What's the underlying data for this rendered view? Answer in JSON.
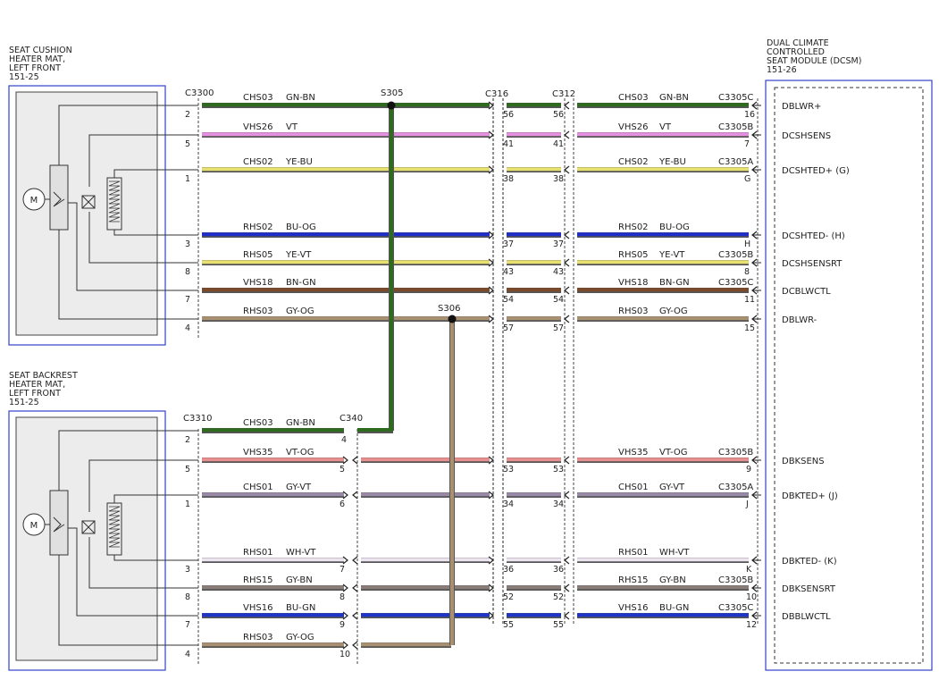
{
  "left_blocks": [
    {
      "title_lines": [
        "SEAT CUSHION",
        "HEATER MAT,",
        "LEFT FRONT",
        "151-25"
      ],
      "motor_label": "M"
    },
    {
      "title_lines": [
        "SEAT BACKREST",
        "HEATER MAT,",
        "LEFT FRONT",
        "151-25"
      ],
      "motor_label": "M"
    }
  ],
  "module": {
    "title_lines": [
      "DUAL CLIMATE",
      "CONTROLLED",
      "SEAT MODULE (DCSM)",
      "151-26"
    ]
  },
  "connectors": {
    "c3300": "C3300",
    "c3310": "C3310",
    "c340": "C340",
    "c316": "C316",
    "c312": "C312"
  },
  "splices": {
    "s305": "S305",
    "s306": "S306"
  },
  "colors": {
    "GN-BN": "#2e6b1e",
    "VT": "#e590e0",
    "YE-BU": "#e6e070",
    "BU-OG": "#1f2ec8",
    "YE-VT": "#e8e070",
    "BN-GN": "#7a4a2a",
    "GY-OG": "#a89070",
    "VT-OG": "#e89090",
    "GY-VT": "#9a8aa8",
    "WH-VT": "#ece4f0",
    "GY-BN": "#8a7d78",
    "BU-GN": "#1f35c8",
    "SHADOW": "#555555"
  },
  "upper_wires": [
    {
      "circuit": "CHS03",
      "color": "GN-BN",
      "left_pin": "2",
      "c316_pin": "56",
      "c312_pin": "56",
      "right_circuit": "CHS03",
      "right_color": "GN-BN",
      "right_conn": "C3305C",
      "right_pin": "16",
      "signal": "DBLWR+"
    },
    {
      "circuit": "VHS26",
      "color": "VT",
      "left_pin": "5",
      "c316_pin": "41",
      "c312_pin": "41",
      "right_circuit": "VHS26",
      "right_color": "VT",
      "right_conn": "C3305B",
      "right_pin": "7",
      "signal": "DCSHSENS"
    },
    {
      "circuit": "CHS02",
      "color": "YE-BU",
      "left_pin": "1",
      "c316_pin": "38",
      "c312_pin": "38",
      "right_circuit": "CHS02",
      "right_color": "YE-BU",
      "right_conn": "C3305A",
      "right_pin": "G",
      "signal": "DCSHTED+ (G)"
    },
    {
      "circuit": "RHS02",
      "color": "BU-OG",
      "left_pin": "3",
      "c316_pin": "37",
      "c312_pin": "37",
      "right_circuit": "RHS02",
      "right_color": "BU-OG",
      "right_conn": "",
      "right_pin": "H",
      "signal": "DCSHTED- (H)"
    },
    {
      "circuit": "RHS05",
      "color": "YE-VT",
      "left_pin": "8",
      "c316_pin": "43",
      "c312_pin": "43",
      "right_circuit": "RHS05",
      "right_color": "YE-VT",
      "right_conn": "C3305B",
      "right_pin": "8",
      "signal": "DCSHSENSRT"
    },
    {
      "circuit": "VHS18",
      "color": "BN-GN",
      "left_pin": "7",
      "c316_pin": "54",
      "c312_pin": "54",
      "right_circuit": "VHS18",
      "right_color": "BN-GN",
      "right_conn": "C3305C",
      "right_pin": "11",
      "signal": "DCBLWCTL"
    },
    {
      "circuit": "RHS03",
      "color": "GY-OG",
      "left_pin": "4",
      "c316_pin": "57",
      "c312_pin": "57",
      "right_circuit": "RHS03",
      "right_color": "GY-OG",
      "right_conn": "",
      "right_pin": "15",
      "signal": "DBLWR-"
    }
  ],
  "lower_wires": [
    {
      "circuit": "CHS03",
      "color": "GN-BN",
      "left_pin": "2",
      "c340_pin": "4",
      "c316_pin": "",
      "c312_pin": "",
      "right_circuit": "",
      "right_color": "",
      "right_conn": "",
      "right_pin": "",
      "signal": ""
    },
    {
      "circuit": "VHS35",
      "color": "VT-OG",
      "left_pin": "5",
      "c340_pin": "5",
      "c316_pin": "53",
      "c312_pin": "53",
      "right_circuit": "VHS35",
      "right_color": "VT-OG",
      "right_conn": "C3305B",
      "right_pin": "9",
      "signal": "DBKSENS"
    },
    {
      "circuit": "CHS01",
      "color": "GY-VT",
      "left_pin": "1",
      "c340_pin": "6",
      "c316_pin": "34",
      "c312_pin": "34",
      "right_circuit": "CHS01",
      "right_color": "GY-VT",
      "right_conn": "C3305A",
      "right_pin": "J",
      "signal": "DBKTED+ (J)"
    },
    {
      "circuit": "RHS01",
      "color": "WH-VT",
      "left_pin": "3",
      "c340_pin": "7",
      "c316_pin": "36",
      "c312_pin": "36",
      "right_circuit": "RHS01",
      "right_color": "WH-VT",
      "right_conn": "",
      "right_pin": "K",
      "signal": "DBKTED- (K)"
    },
    {
      "circuit": "RHS15",
      "color": "GY-BN",
      "left_pin": "8",
      "c340_pin": "8",
      "c316_pin": "52",
      "c312_pin": "52",
      "right_circuit": "RHS15",
      "right_color": "GY-BN",
      "right_conn": "C3305B",
      "right_pin": "10",
      "signal": "DBKSENSRT"
    },
    {
      "circuit": "VHS16",
      "color": "BU-GN",
      "left_pin": "7",
      "c340_pin": "9",
      "c316_pin": "55",
      "c312_pin": "55",
      "right_circuit": "VHS16",
      "right_color": "BU-GN",
      "right_conn": "C3305C",
      "right_pin": "12",
      "signal": "DBBLWCTL"
    },
    {
      "circuit": "RHS03",
      "color": "GY-OG",
      "left_pin": "4",
      "c340_pin": "10",
      "c316_pin": "",
      "c312_pin": "",
      "right_circuit": "",
      "right_color": "",
      "right_conn": "",
      "right_pin": "",
      "signal": ""
    }
  ]
}
